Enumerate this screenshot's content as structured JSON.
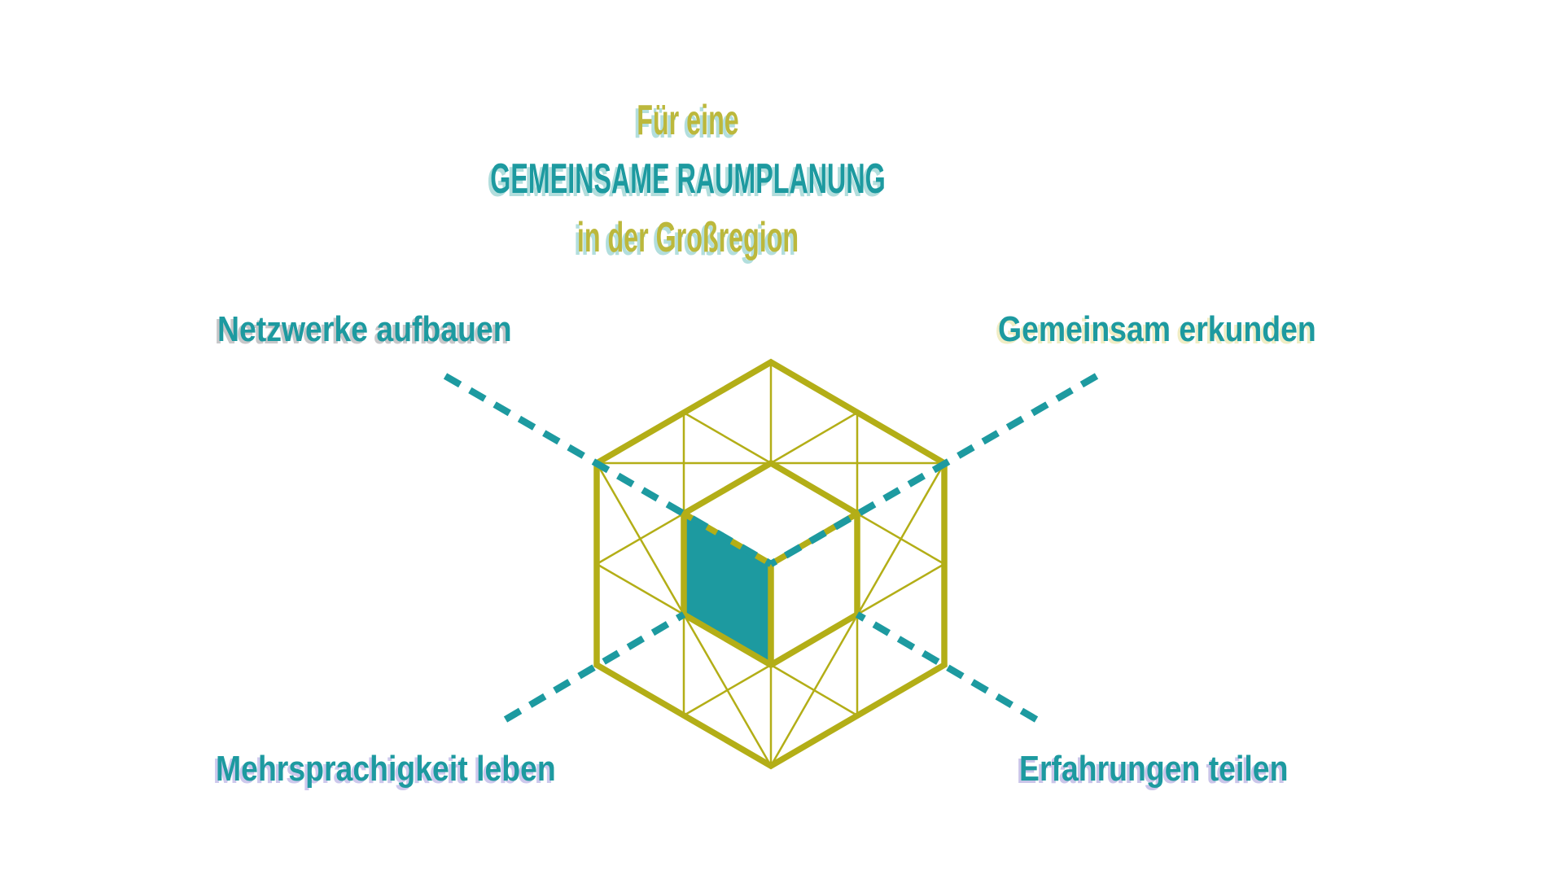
{
  "title": {
    "line1": "Für eine",
    "line2": "GEMEINSAME RAUMPLANUNG",
    "line3": "in der Großregion"
  },
  "labels": {
    "top_left": {
      "text": "Netzwerke aufbauen"
    },
    "top_right": {
      "text": "Gemeinsam erkunden"
    },
    "bottom_left": {
      "text": "Mehrsprachigkeit leben"
    },
    "bottom_right": {
      "text": "Erfahrungen teilen"
    }
  },
  "diagram": {
    "type": "isometric-cube-with-connectors",
    "highlighted_face": "inner-cube-left-face"
  },
  "colors": {
    "background": "#ffffff",
    "olive": "#b3ae17",
    "olive_text": "#bcb83c",
    "teal": "#1d9aa0",
    "title_shadow": "#b2dedd",
    "shadow_top_left": "#c7c7c9",
    "shadow_top_right": "#f0edc4",
    "shadow_bottom_left": "#cdc8ec",
    "shadow_bottom_right": "#cac5e9"
  }
}
